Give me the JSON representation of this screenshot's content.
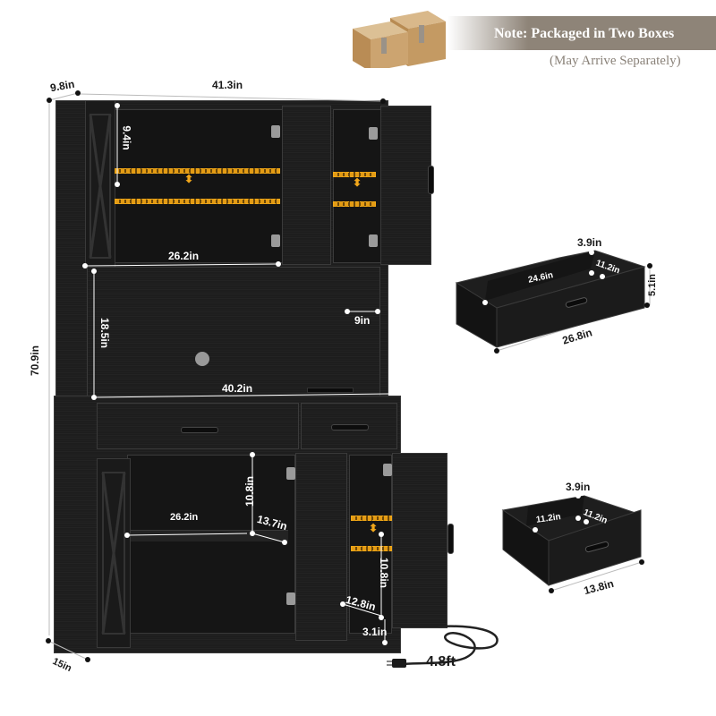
{
  "banner": {
    "note": "Note: Packaged in Two Boxes",
    "subnote": "(May Arrive Separately)",
    "icon": "cardboard-boxes-icon",
    "bg_color": "#8e8478"
  },
  "cabinet": {
    "overall_height": "70.9in",
    "top_depth": "9.8in",
    "top_width": "41.3in",
    "bottom_depth": "15in",
    "hutch": {
      "upper_shelf_height": "9.4in",
      "upper_shelf_width": "26.2in",
      "open_area_height": "18.5in",
      "open_area_depth": "9in",
      "counter_width": "40.2in"
    },
    "base": {
      "left_shelf_width": "26.2in",
      "left_shelf_height": "10.8in",
      "left_shelf_depth": "13.7in",
      "right_shelf_height": "10.8in",
      "right_shelf_depth": "12.8in",
      "kick_height": "3.1in",
      "cord_length": "4.8ft"
    }
  },
  "large_drawer": {
    "height_inner": "3.9in",
    "inner_width": "24.6in",
    "inner_depth": "11.2in",
    "front_height": "5.1in",
    "front_width": "26.8in"
  },
  "small_drawer": {
    "height_inner": "3.9in",
    "inner_width": "11.2in",
    "inner_depth": "11.2in",
    "front_width": "13.8in"
  },
  "colors": {
    "cabinet": "#1c1c1c",
    "shelf_indicator": "#e39b14",
    "dimension_text": "#ffffff"
  }
}
